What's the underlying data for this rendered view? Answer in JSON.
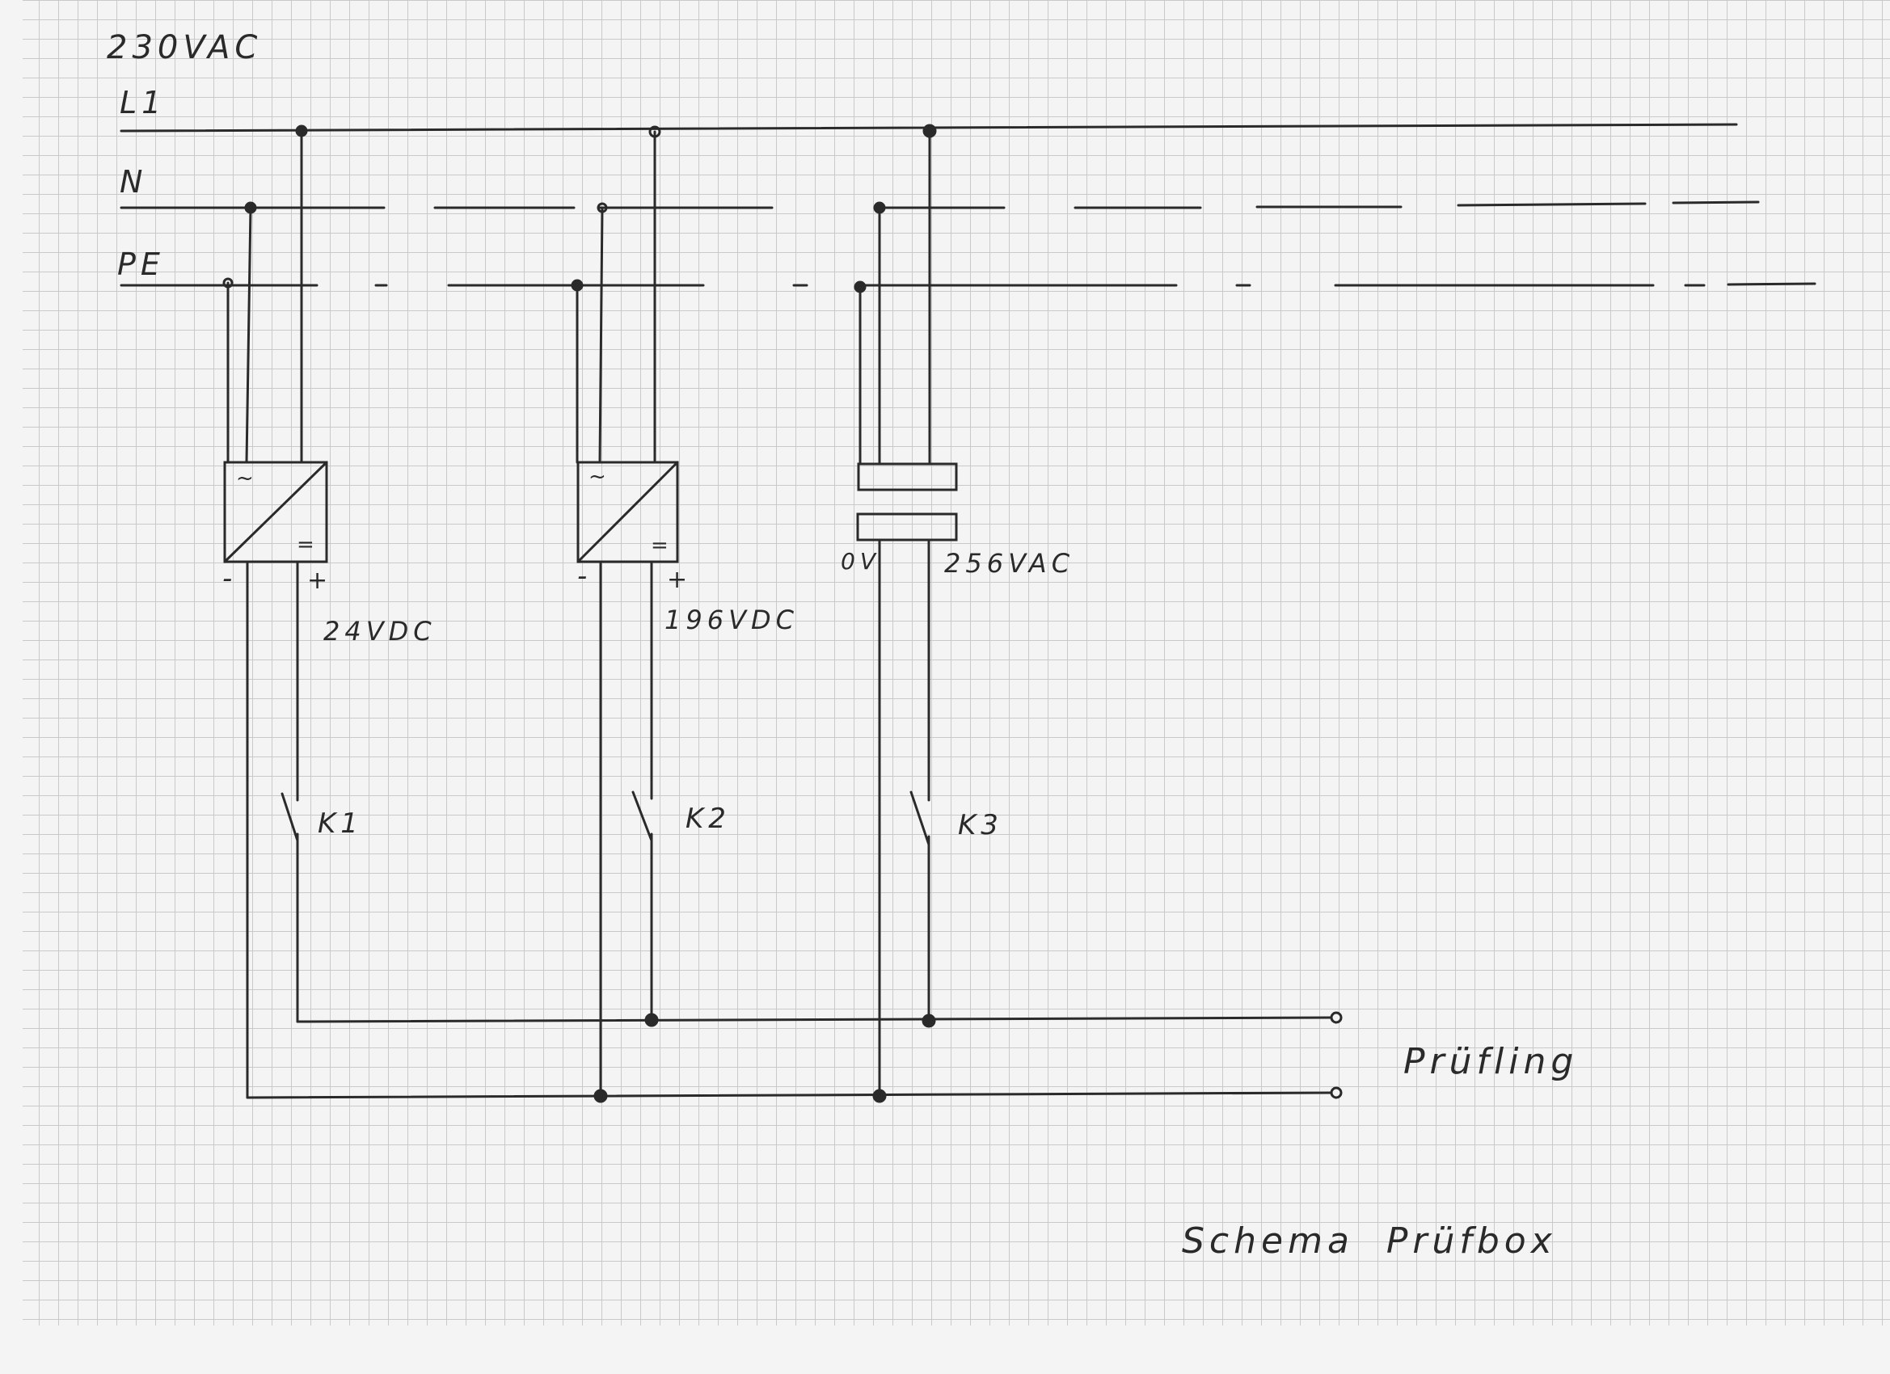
{
  "supply": {
    "voltage_label": "230VAC",
    "line_labels": [
      "L1",
      "N",
      "PE"
    ]
  },
  "psu1": {
    "ac_symbol": "~",
    "dc_symbol": "=",
    "minus": "-",
    "plus": "+",
    "output_label": "24VDC"
  },
  "psu2": {
    "ac_symbol": "~",
    "dc_symbol": "=",
    "minus": "-",
    "plus": "+",
    "output_label": "196VDC"
  },
  "transformer": {
    "zero_label": "0V",
    "output_label": "256VAC"
  },
  "contacts": [
    "K1",
    "K2",
    "K3"
  ],
  "dut_label": "Prüfling",
  "title": "Schema  Prüfbox",
  "colors": {
    "paper": "#f4f4f4",
    "grid": "#c9c9c9",
    "ink": "#2a2a2a"
  }
}
